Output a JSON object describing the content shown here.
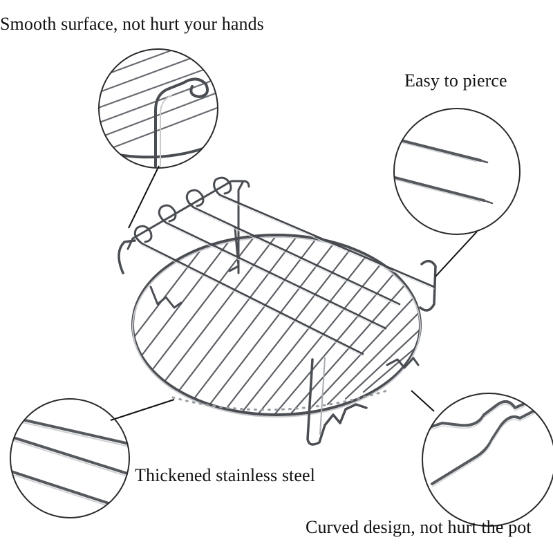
{
  "captions": {
    "smooth_surface": "Smooth surface, not hurt your hands",
    "easy_to_pierce": "Easy to pierce",
    "thickened_steel": "Thickened stainless steel",
    "curved_design": "Curved design, not hurt the pot"
  },
  "colors": {
    "background": "#ffffff",
    "text": "#111111",
    "steel_dark": "#4a4d52",
    "steel_light": "#d9dbde",
    "circle_outline": "#2a2a2a"
  },
  "product": {
    "name": "stainless-steel-air-fryer-rack",
    "skewer_count": 4,
    "detail_callouts": [
      "smooth-surface-detail",
      "skewer-tip-detail",
      "steel-wire-detail",
      "curved-leg-detail"
    ]
  }
}
